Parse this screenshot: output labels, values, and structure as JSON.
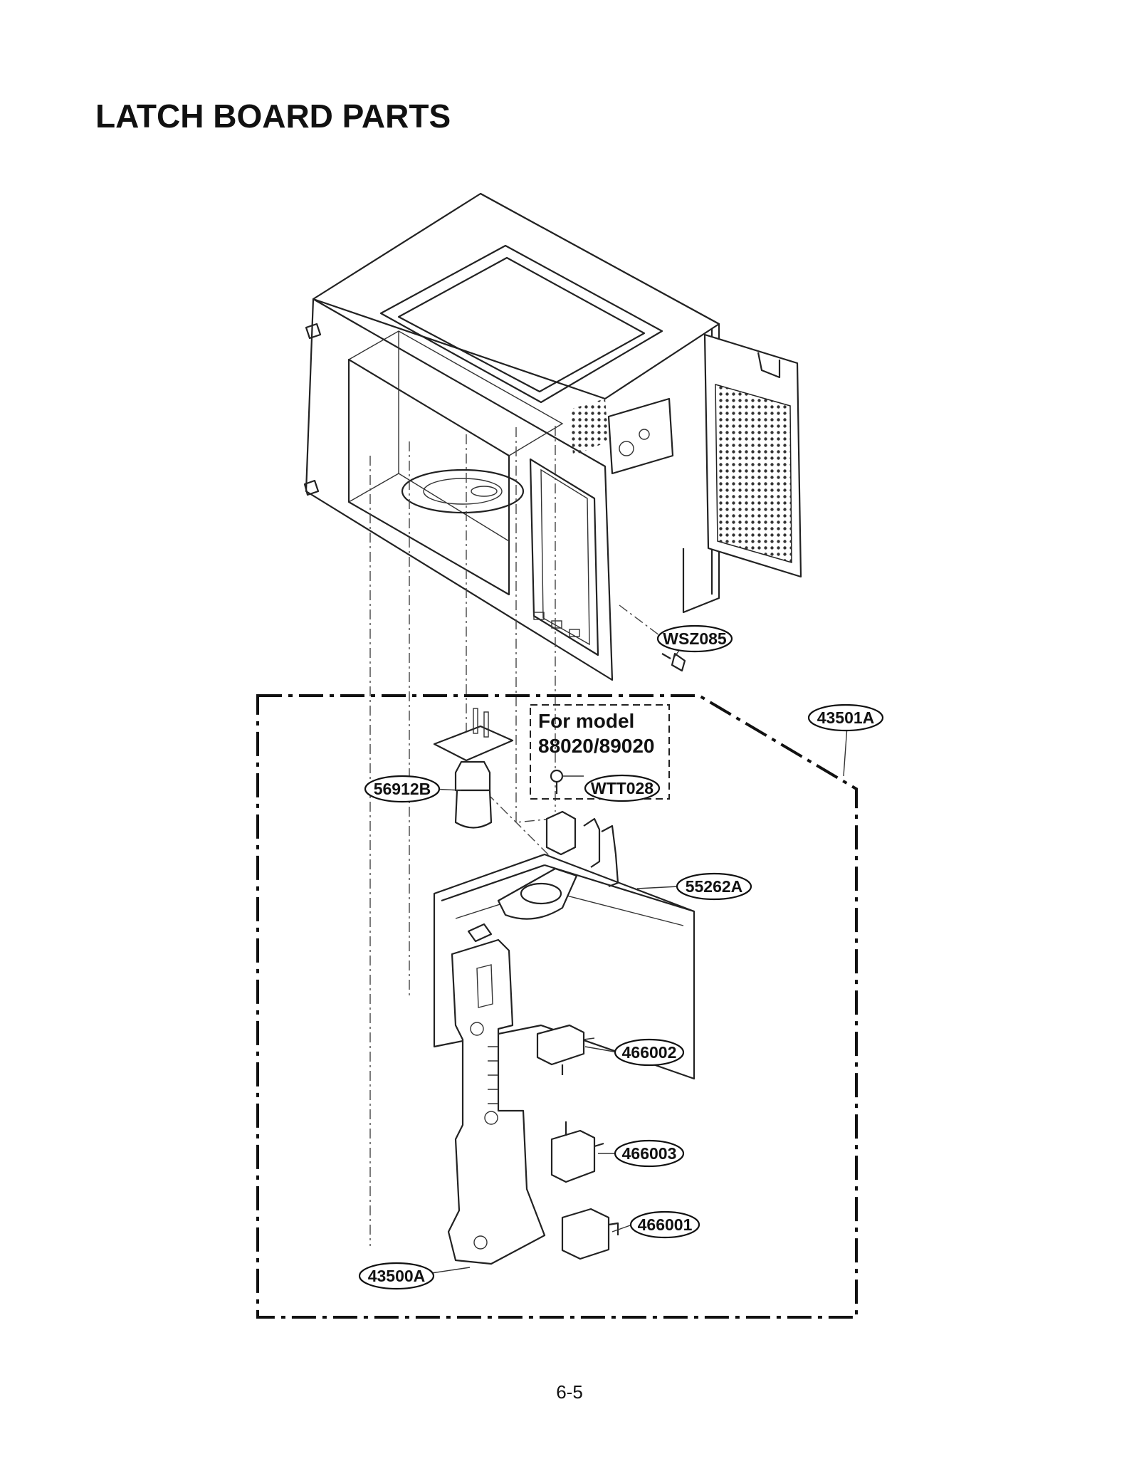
{
  "page": {
    "title": "LATCH BOARD  PARTS",
    "page_number": "6-5"
  },
  "note_box": {
    "line1": "For model",
    "line2": "88020/89020"
  },
  "callouts": {
    "screw_cabinet": "WSZ085",
    "latch_board_assy": "43501A",
    "lamp": "56912B",
    "screw_model": "WTT028",
    "latch_board": "55262A",
    "switch_1": "466002",
    "switch_2": "466003",
    "switch_3": "466001",
    "latch_hook": "43500A"
  },
  "colors": {
    "line": "#222222",
    "background": "#ffffff"
  }
}
